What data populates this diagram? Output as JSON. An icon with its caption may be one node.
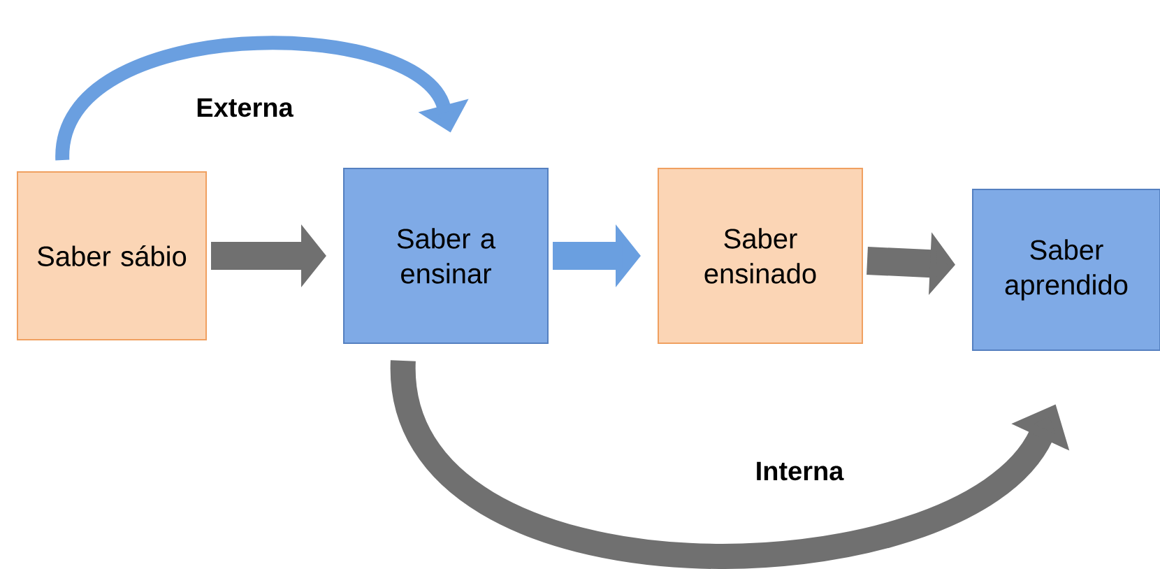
{
  "diagram": {
    "nodes": [
      {
        "text": [
          "Saber sábio"
        ]
      },
      {
        "text": [
          "Saber a ensinar"
        ]
      },
      {
        "text": [
          "Saber ensinado"
        ]
      },
      {
        "text": [
          "Saber aprendido"
        ]
      }
    ],
    "edges": [
      {
        "from": 0,
        "to": 1,
        "arrow": "to"
      },
      {
        "from": 1,
        "to": 2,
        "arrow": "to",
        "color": "#6a9fe0"
      },
      {
        "from": 2,
        "to": 3,
        "arrow": "to"
      },
      {
        "from": 0,
        "to": 1,
        "arrow": "to",
        "label": "Externa",
        "color": "#6a9fe0"
      },
      {
        "from": 1,
        "to": 3,
        "arrow": "to",
        "label": "Interna"
      }
    ]
  }
}
